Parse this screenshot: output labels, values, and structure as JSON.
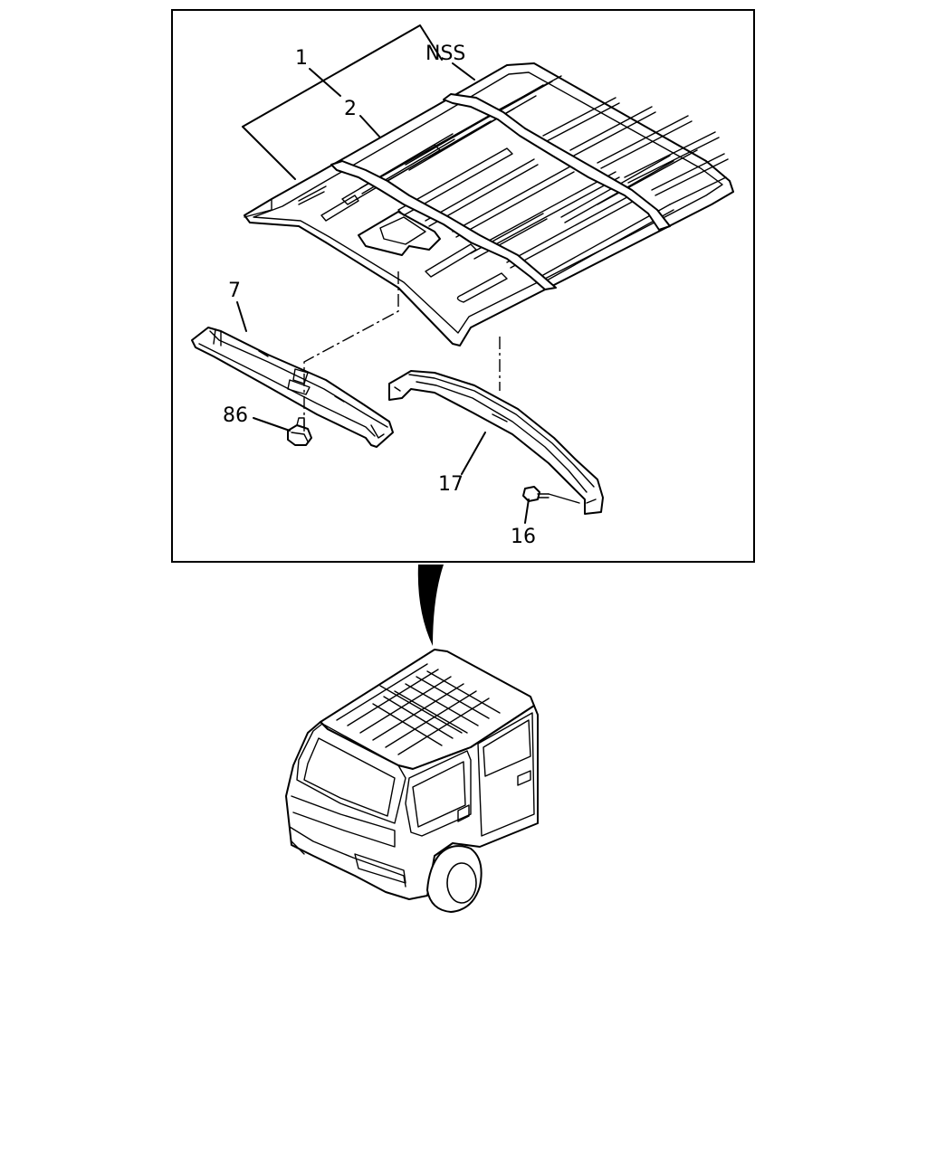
{
  "diagram": {
    "callouts": {
      "part_1": "1",
      "part_2": "2",
      "nss": "NSS",
      "part_7": "7",
      "part_86": "86",
      "part_17": "17",
      "part_16": "16"
    },
    "colors": {
      "line": "#000000",
      "background": "#ffffff"
    },
    "icons": [
      "roof-panel",
      "headlining-rail",
      "clip",
      "roof-bow",
      "bolt",
      "truck-cab"
    ]
  }
}
